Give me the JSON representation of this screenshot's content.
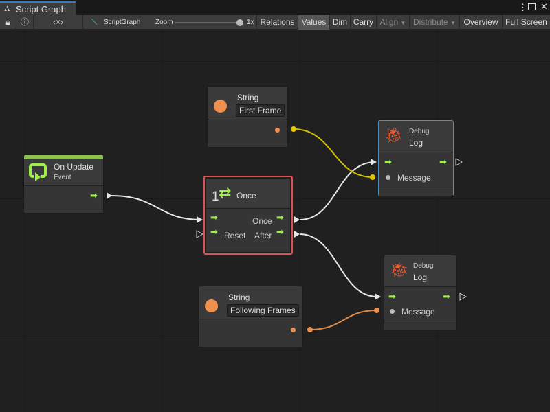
{
  "window": {
    "title": "Script Graph"
  },
  "toolbar": {
    "graph_name": "ScriptGraph",
    "zoom_label": "Zoom",
    "zoom_value": "1x",
    "zoom_level": 1.0,
    "buttons": [
      {
        "label": "Relations"
      },
      {
        "label": "Values",
        "active": true
      },
      {
        "label": "Dim"
      },
      {
        "label": "Carry"
      },
      {
        "label": "Align",
        "disabled": true
      },
      {
        "label": "Distribute",
        "disabled": true
      },
      {
        "label": "Overview"
      },
      {
        "label": "Full Screen"
      }
    ]
  },
  "nodes": {
    "on_update": {
      "title": "On Update",
      "subtitle": "Event"
    },
    "string1": {
      "title": "String",
      "value": "First Frame"
    },
    "once": {
      "title": "Once",
      "count": "1",
      "out_once": "Once",
      "in_reset": "Reset",
      "out_after": "After"
    },
    "debug1": {
      "category": "Debug",
      "title": "Log",
      "port": "Message"
    },
    "debug2": {
      "category": "Debug",
      "title": "Log",
      "port": "Message"
    },
    "string2": {
      "title": "String",
      "value": "Following Frames"
    }
  },
  "colors": {
    "flow": "#a0f04a",
    "string": "#f0904f",
    "edge_yellow": "#d4c000",
    "edge_orange": "#e08a4a",
    "selected": "#e05050",
    "debug_border": "#4a8fbf"
  }
}
